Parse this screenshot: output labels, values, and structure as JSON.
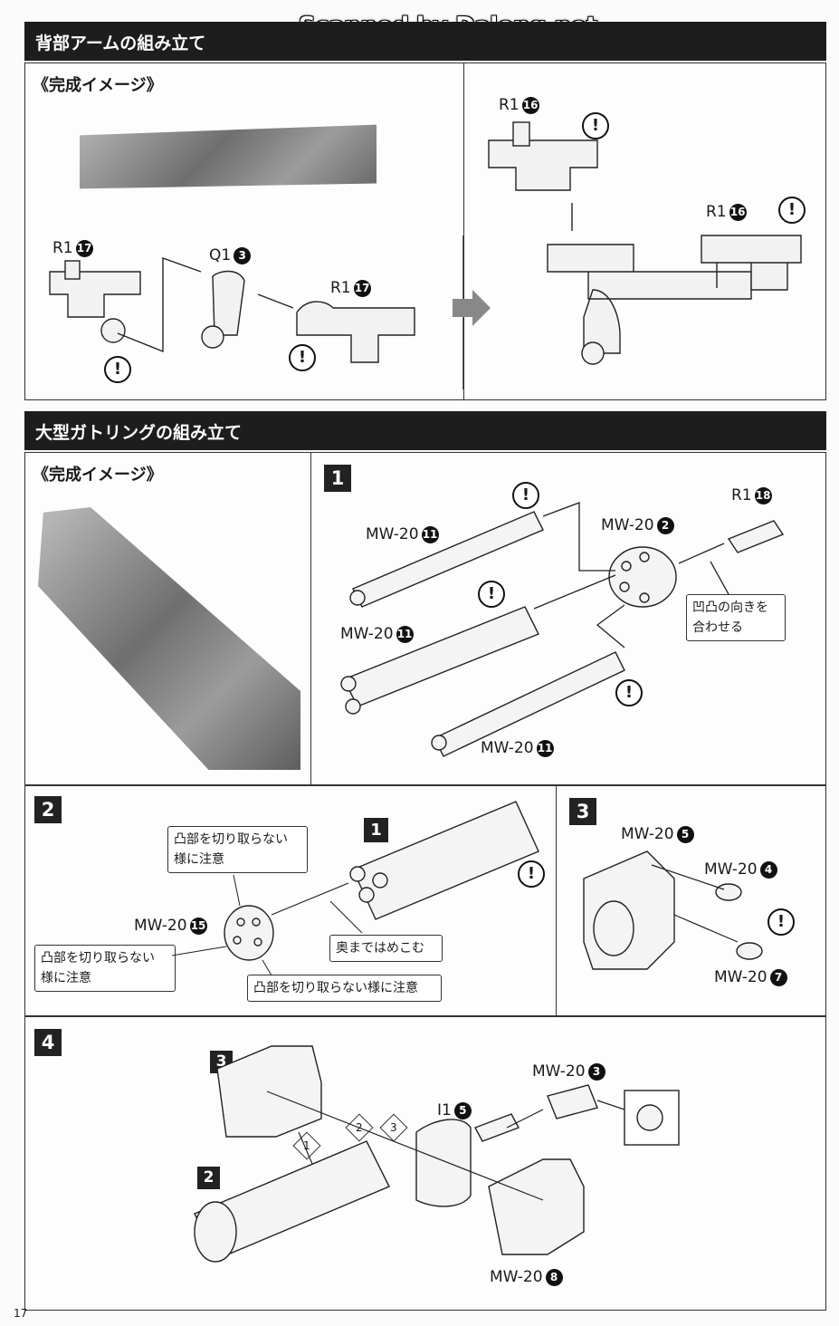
{
  "watermark": "Scanned by Dalong.net",
  "section1": {
    "title": "背部アームの組み立て",
    "image_label": "《完成イメージ》",
    "labels": {
      "r1_16_top": "R1",
      "r1_16_top_num": "16",
      "r1_16_right": "R1",
      "r1_16_right_num": "16",
      "r1_17_left": "R1",
      "r1_17_left_num": "17",
      "q1_3": "Q1",
      "q1_3_num": "3",
      "r1_17_mid": "R1",
      "r1_17_mid_num": "17"
    },
    "caution": "!"
  },
  "section2": {
    "title": "大型ガトリングの組み立て",
    "image_label": "《完成イメージ》",
    "step1": {
      "num": "1",
      "labels": {
        "mw20_11_a": "MW-20",
        "mw20_11_a_num": "11",
        "mw20_11_b": "MW-20",
        "mw20_11_b_num": "11",
        "mw20_11_c": "MW-20",
        "mw20_11_c_num": "11",
        "mw20_2": "MW-20",
        "mw20_2_num": "2",
        "r1_18": "R1",
        "r1_18_num": "18"
      },
      "note_line1": "凹凸の向きを",
      "note_line2": "合わせる"
    },
    "step2": {
      "num": "2",
      "ref_step": "1",
      "mw20_15": "MW-20",
      "mw20_15_num": "15",
      "note_top_line1": "凸部を切り取らない",
      "note_top_line2": "様に注意",
      "note_left_line1": "凸部を切り取らない",
      "note_left_line2": "様に注意",
      "note_bottom": "凸部を切り取らない様に注意",
      "note_push": "奥まではめこむ"
    },
    "step3": {
      "num": "3",
      "mw20_5": "MW-20",
      "mw20_5_num": "5",
      "mw20_4": "MW-20",
      "mw20_4_num": "4",
      "mw20_7": "MW-20",
      "mw20_7_num": "7"
    },
    "step4": {
      "num": "4",
      "ref3": "3",
      "ref2": "2",
      "mw20_3": "MW-20",
      "mw20_3_num": "3",
      "i1_5": "I1",
      "i1_5_num": "5",
      "mw20_8": "MW-20",
      "mw20_8_num": "8",
      "seq1": "1",
      "seq2": "2",
      "seq3": "3"
    }
  },
  "page_number": "17"
}
